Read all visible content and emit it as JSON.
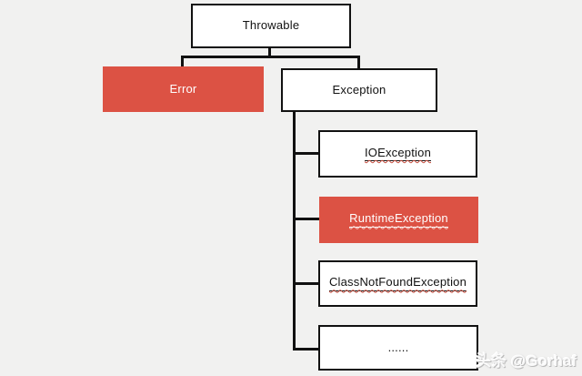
{
  "diagram": {
    "type": "hierarchy",
    "description": "Java Throwable class hierarchy diagram",
    "nodes": {
      "throwable": {
        "label": "Throwable",
        "emphasis": false,
        "spellcheck_underline": false
      },
      "error": {
        "label": "Error",
        "emphasis": true,
        "spellcheck_underline": false
      },
      "exception": {
        "label": "Exception",
        "emphasis": false,
        "spellcheck_underline": false
      },
      "io_exception": {
        "label": "IOException",
        "emphasis": false,
        "spellcheck_underline": true
      },
      "runtime_exception": {
        "label": "RuntimeException",
        "emphasis": true,
        "spellcheck_underline": true
      },
      "class_not_found_exception": {
        "label": "ClassNotFoundException",
        "emphasis": false,
        "spellcheck_underline": true
      },
      "ellipsis": {
        "label": "......",
        "emphasis": false,
        "spellcheck_underline": false
      }
    },
    "edges": [
      [
        "throwable",
        "error"
      ],
      [
        "throwable",
        "exception"
      ],
      [
        "exception",
        "io_exception"
      ],
      [
        "exception",
        "runtime_exception"
      ],
      [
        "exception",
        "class_not_found_exception"
      ],
      [
        "exception",
        "ellipsis"
      ]
    ],
    "colors": {
      "background": "#F1F1F0",
      "box_fill": "#FFFFFF",
      "box_border": "#111111",
      "highlight_fill": "#DC5244",
      "highlight_text": "#FFFFFF",
      "connector": "#111111",
      "spellcheck_underline": "#C54B3C"
    }
  },
  "watermark": {
    "text": "头条 @Gorhaf"
  }
}
